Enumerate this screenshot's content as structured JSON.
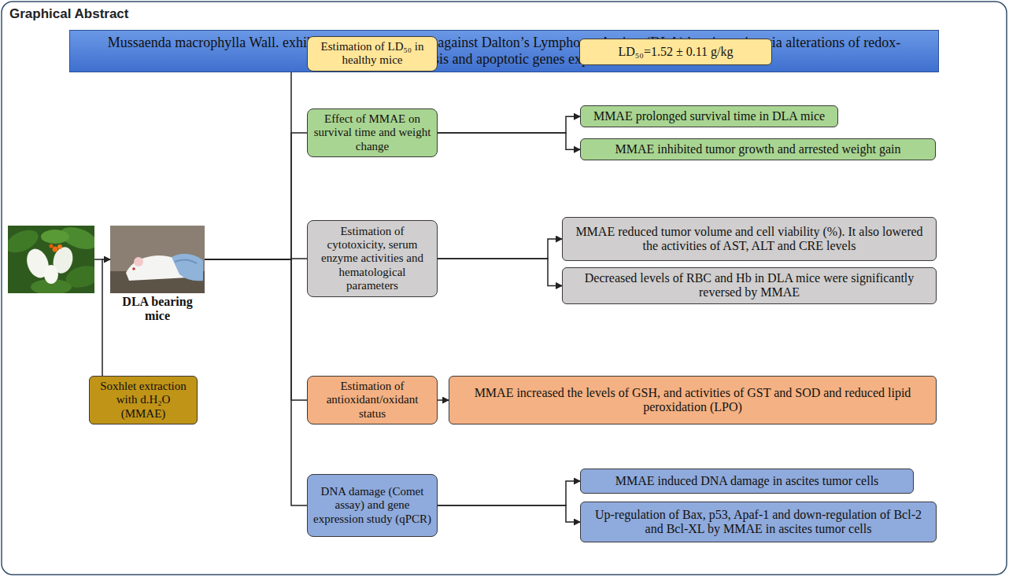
{
  "diagram": {
    "title": "Graphical Abstract",
    "nodes": [
      {
        "text": [
          "Mussaenda macrophylla Wall. exhibit anti-cancer activity against Dalton’s Lymphoma Ascites (DLA) bearing mice via alterations of redox-homeostasis and apoptotic genes expression"
        ]
      },
      {
        "text": [
          "DLA bearing mice"
        ]
      },
      {
        "text": [
          "Soxhlet extraction with d.H₂O (MMAE)"
        ]
      },
      {
        "text": [
          "Estimation of LD₅₀ in healthy mice"
        ]
      },
      {
        "text": [
          "LD₅₀=1.52 ± 0.11 g/kg"
        ]
      },
      {
        "text": [
          "Effect of MMAE on survival time and weight change"
        ]
      },
      {
        "text": [
          "MMAE prolonged survival time in DLA mice"
        ]
      },
      {
        "text": [
          "MMAE inhibited tumor growth and arrested weight gain"
        ]
      },
      {
        "text": [
          "Estimation of cytotoxicity, serum enzyme activities and hematological parameters"
        ]
      },
      {
        "text": [
          "MMAE reduced tumor volume and cell viability (%). It also lowered the activities of AST, ALT and CRE levels"
        ]
      },
      {
        "text": [
          "Decreased levels of RBC and Hb in DLA mice were significantly reversed by MMAE"
        ]
      },
      {
        "text": [
          "Estimation of antioxidant/oxidant status"
        ]
      },
      {
        "text": [
          "MMAE increased the levels of GSH, and activities of GST and SOD and reduced lipid peroxidation (LPO)"
        ]
      },
      {
        "text": [
          "DNA damage (Comet assay) and gene expression study (qPCR)"
        ]
      },
      {
        "text": [
          "MMAE induced DNA damage in ascites tumor cells"
        ]
      },
      {
        "text": [
          "Up-regulation of Bax, p53, Apaf-1 and down-regulation of Bcl-2 and Bcl-XL by MMAE in ascites tumor cells"
        ]
      }
    ],
    "edges": [
      {
        "from": 2,
        "to": 1,
        "arrow": "to"
      },
      {
        "from": 1,
        "to": 3,
        "arrow": "none"
      },
      {
        "from": 1,
        "to": 5,
        "arrow": "none"
      },
      {
        "from": 1,
        "to": 8,
        "arrow": "none"
      },
      {
        "from": 1,
        "to": 11,
        "arrow": "none"
      },
      {
        "from": 1,
        "to": 13,
        "arrow": "none"
      },
      {
        "from": 3,
        "to": 4,
        "arrow": "to"
      },
      {
        "from": 5,
        "to": 6,
        "arrow": "to"
      },
      {
        "from": 5,
        "to": 7,
        "arrow": "to"
      },
      {
        "from": 8,
        "to": 9,
        "arrow": "to"
      },
      {
        "from": 8,
        "to": 10,
        "arrow": "to"
      },
      {
        "from": 11,
        "to": 12,
        "arrow": "to"
      },
      {
        "from": 13,
        "to": 14,
        "arrow": "to"
      },
      {
        "from": 13,
        "to": 15,
        "arrow": "to"
      }
    ]
  }
}
